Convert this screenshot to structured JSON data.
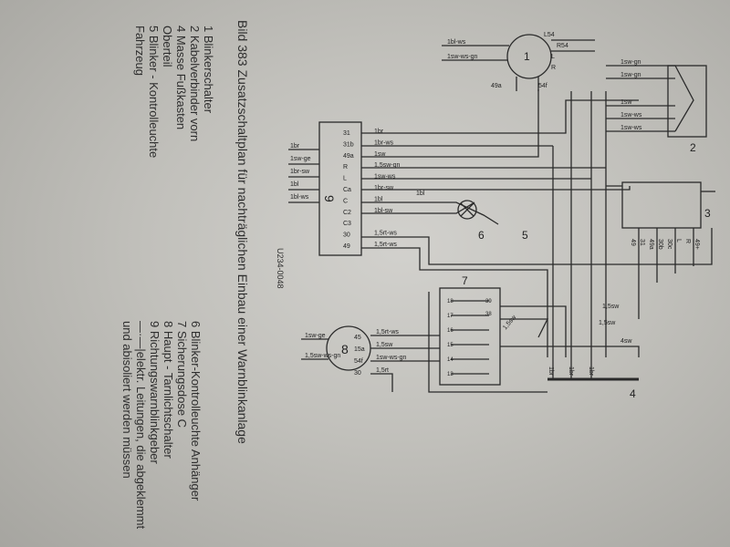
{
  "figure": {
    "title": "Bild 383  Zusatzschaltplan für nachträglichen Einbau einer Warnblinkanlage",
    "ref_code": "U234-0048"
  },
  "legend": {
    "left": [
      "1  Blinkerschalter",
      "2  Kabelverbinder vorn",
      "4  Masse Fußkasten",
      "    Oberteil",
      "5  Blinker - Kontrolleuchte",
      "    Fahrzeug"
    ],
    "right": [
      "6  Blinker-Kontrolleuchte Anhänger",
      "7  Sicherungsdose C",
      "8  Haupt - Tarnlichtschalter",
      "9  Richtungswarnblinkgeber",
      "—·—|elektr. Leitungen, die abgeklemmt",
      "      und abisoliert werden müssen"
    ]
  },
  "components": {
    "c1": "1",
    "c2": "2",
    "c3": "3",
    "c4": "4",
    "c5": "5",
    "c6": "6",
    "c7": "7",
    "c8": "8",
    "c9": "9"
  },
  "terminals": {
    "switch1": [
      "L54",
      "R54",
      "L",
      "R",
      "49a",
      "54f"
    ],
    "relay9": [
      "31",
      "31b",
      "49a",
      "R",
      "L",
      "Ca",
      "C",
      "C2",
      "C3",
      "30",
      "49"
    ],
    "module3": [
      "49",
      "31",
      "49a",
      "30b",
      "30c",
      "L",
      "R",
      "49+"
    ],
    "switch8": [
      "45",
      "15a",
      "54f",
      "30"
    ],
    "fuse7_left": [
      "18",
      "17",
      "16",
      "15",
      "14",
      "13"
    ],
    "fuse7_right": [
      "39",
      "38"
    ]
  },
  "wires": {
    "relay9": [
      "1br",
      "1br-ws",
      "1sw",
      "1,5sw-gn",
      "1sw-ws",
      "1br-sw",
      "1bl",
      "1bl-sw",
      "",
      "1,5rt-ws",
      "1,5rt-ws"
    ],
    "relay9_inputs": [
      "1br",
      "1sw-ge",
      "1br-sw",
      "1bl",
      "1bl-ws"
    ],
    "switch1_inputs": [
      "1bl-ws",
      "1sw-ws-gn"
    ],
    "connector2": [
      "1sw-gn",
      "1sw-gn",
      "1sw",
      "1sw-ws",
      "1sw-ws"
    ],
    "switch8_out": [
      "1,5rt-ws",
      "1,5sw",
      "1sw-ws-gn",
      "1,5rt"
    ],
    "switch8_in": [
      "1sw-ge",
      "1,5sw-ws-gn"
    ],
    "ground4": [
      "1br",
      "1br",
      "1br"
    ],
    "misc": [
      "1bl",
      "1,5sw",
      "1,5sw",
      "4sw",
      "1,5sw"
    ]
  }
}
